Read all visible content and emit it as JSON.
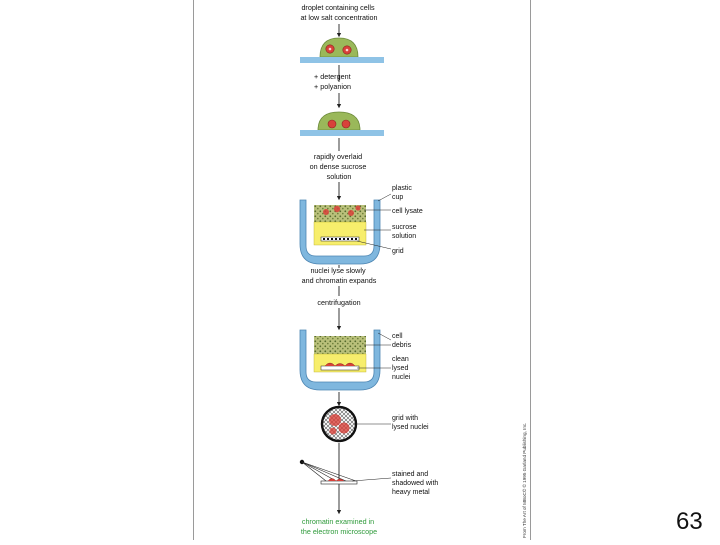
{
  "diagram": {
    "steps": {
      "s1": [
        "droplet containing cells",
        "at low salt concentration"
      ],
      "s2": [
        "+ detergent",
        "+ polyanion"
      ],
      "s3": [
        "rapidly overlaid",
        "on dense sucrose",
        "solution"
      ],
      "s4": [
        "nuclei lyse slowly",
        "and chromatin expands"
      ],
      "s5": [
        "centrifugation"
      ],
      "s6": [
        "chromatin examined in",
        "the electron microscope"
      ]
    },
    "labels": {
      "plastic_cup": [
        "plastic",
        "cup"
      ],
      "cell_lysate": [
        "cell lysate"
      ],
      "sucrose_solution": [
        "sucrose",
        "solution"
      ],
      "grid": [
        "grid"
      ],
      "cell_debris": [
        "cell",
        "debris"
      ],
      "clean_lysed_nuclei": [
        "clean",
        "lysed",
        "nuclei"
      ],
      "grid_with_lysed_nuclei": [
        "grid with",
        "lysed nuclei"
      ],
      "stained_shadowed": [
        "stained and",
        "shadowed with",
        "heavy metal"
      ]
    },
    "credit": "From The Art of MBoC©  © 1995 Garland Publishing, Inc.",
    "colors": {
      "cell_green": "#9ab85a",
      "nucleus_red": "#d8413a",
      "slide_blue": "#8fc3e6",
      "cup_blue": "#7fb7de",
      "sucrose_yellow": "#f7ee6c",
      "final_text_green": "#2e9a3a"
    }
  },
  "page": {
    "number": "63"
  }
}
